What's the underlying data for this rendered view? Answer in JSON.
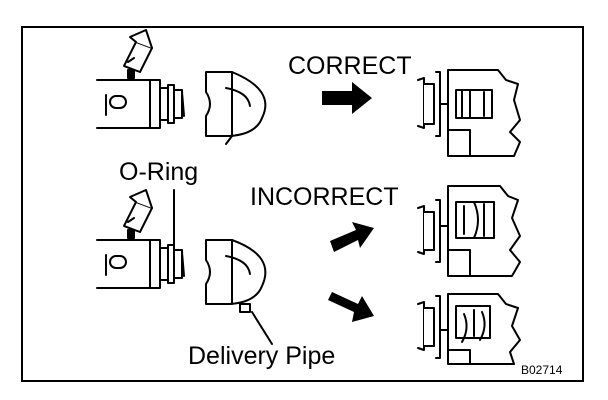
{
  "labels": {
    "correct": "CORRECT",
    "incorrect": "INCORRECT",
    "o_ring": "O-Ring",
    "delivery_pipe": "Delivery Pipe",
    "figure_code": "B02714"
  },
  "colors": {
    "line": "#000000",
    "background": "#ffffff"
  }
}
